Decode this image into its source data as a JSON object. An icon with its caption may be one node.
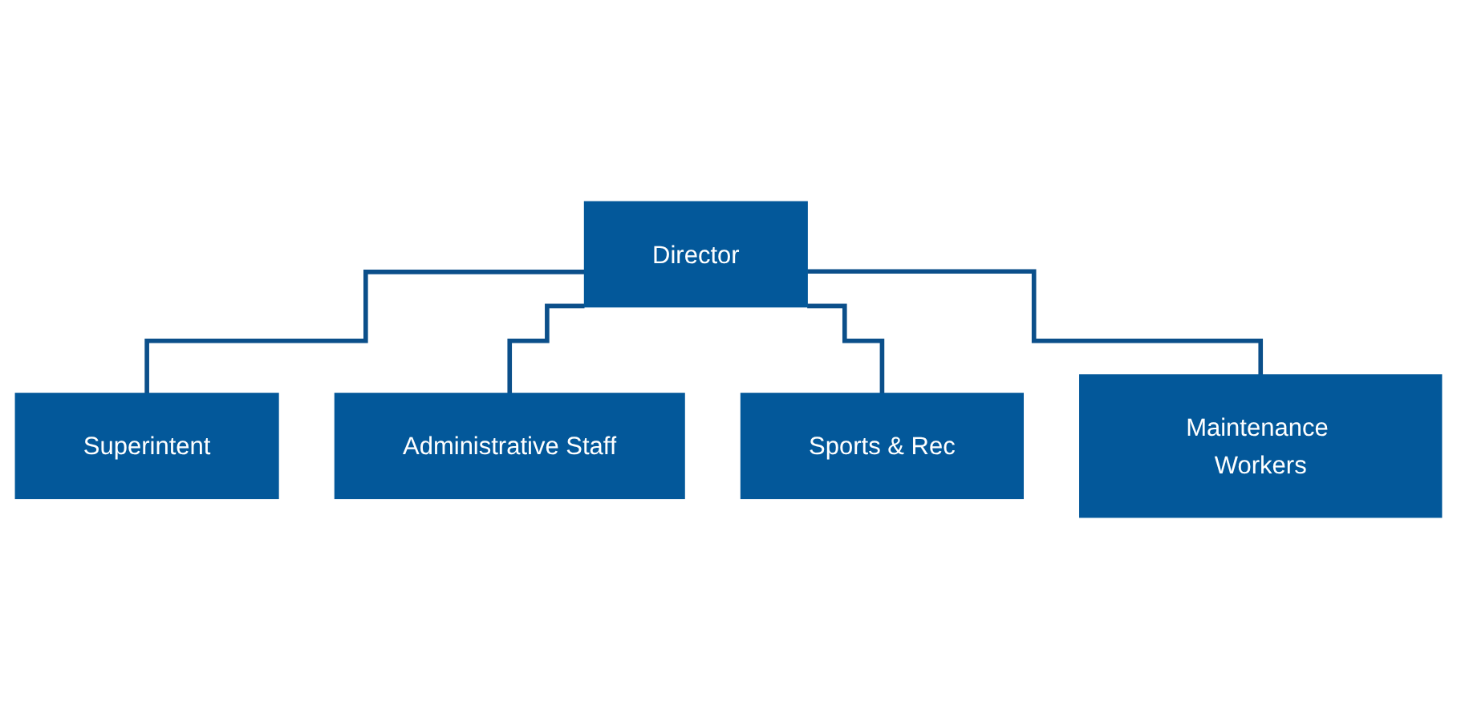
{
  "diagram": {
    "nodes": [
      {
        "text": [
          "Director"
        ]
      },
      {
        "text": [
          "Superintent"
        ]
      },
      {
        "text": [
          "Administrative Staff"
        ]
      },
      {
        "text": [
          "Sports & Rec"
        ]
      },
      {
        "text": [
          "Maintenance Workers"
        ]
      }
    ],
    "edges": [
      {
        "from": 0,
        "to": 1,
        "arrow": "none"
      },
      {
        "from": 0,
        "to": 2,
        "arrow": "none"
      },
      {
        "from": 0,
        "to": 3,
        "arrow": "none"
      },
      {
        "from": 0,
        "to": 4,
        "arrow": "none"
      }
    ]
  }
}
